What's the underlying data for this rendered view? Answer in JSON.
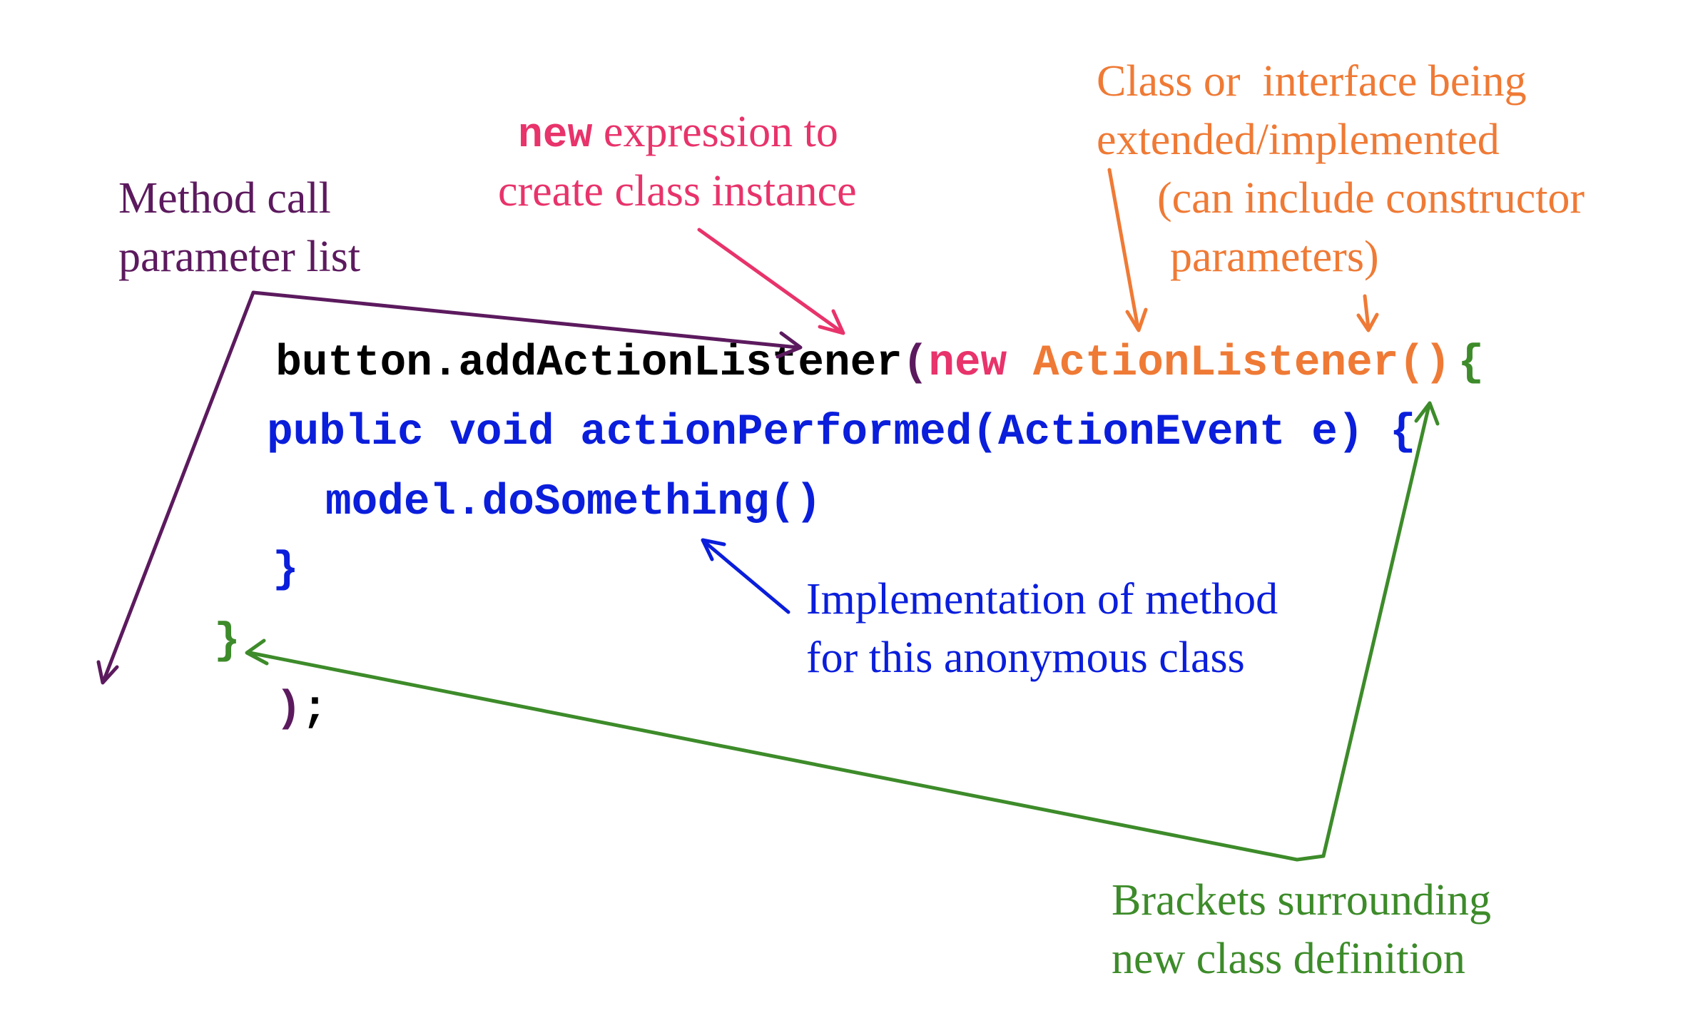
{
  "colors": {
    "black": "#000000",
    "purple": "#5c1a5e",
    "pink": "#e8336b",
    "orange": "#ef7a35",
    "blue": "#0a1edb",
    "green": "#3d8b2a"
  },
  "code": {
    "line1": {
      "call": "button.addActionListener",
      "open_paren": "(",
      "new_kw": "new",
      "class_name": "ActionListener",
      "ctor_parens": "()",
      "open_brace": "{"
    },
    "line2": "public void actionPerformed(ActionEvent e) {",
    "line3": "model.doSomething()",
    "line4": "}",
    "line5": "}",
    "line6": {
      "close_paren": ")",
      "semicolon": ";"
    }
  },
  "annotations": {
    "method_call": {
      "line1": "Method call",
      "line2": "parameter list"
    },
    "new_expression": {
      "keyword": "new",
      "line1_rest": " expression to",
      "line2": "create class instance"
    },
    "class_interface": {
      "line1": "Class or  interface being",
      "line2": "extended/implemented",
      "line3": "(can include constructor",
      "line4": "parameters)"
    },
    "implementation": {
      "line1": "Implementation of method",
      "line2": "for this anonymous class"
    },
    "brackets": {
      "line1": "Brackets surrounding",
      "line2": "new class definition"
    }
  }
}
